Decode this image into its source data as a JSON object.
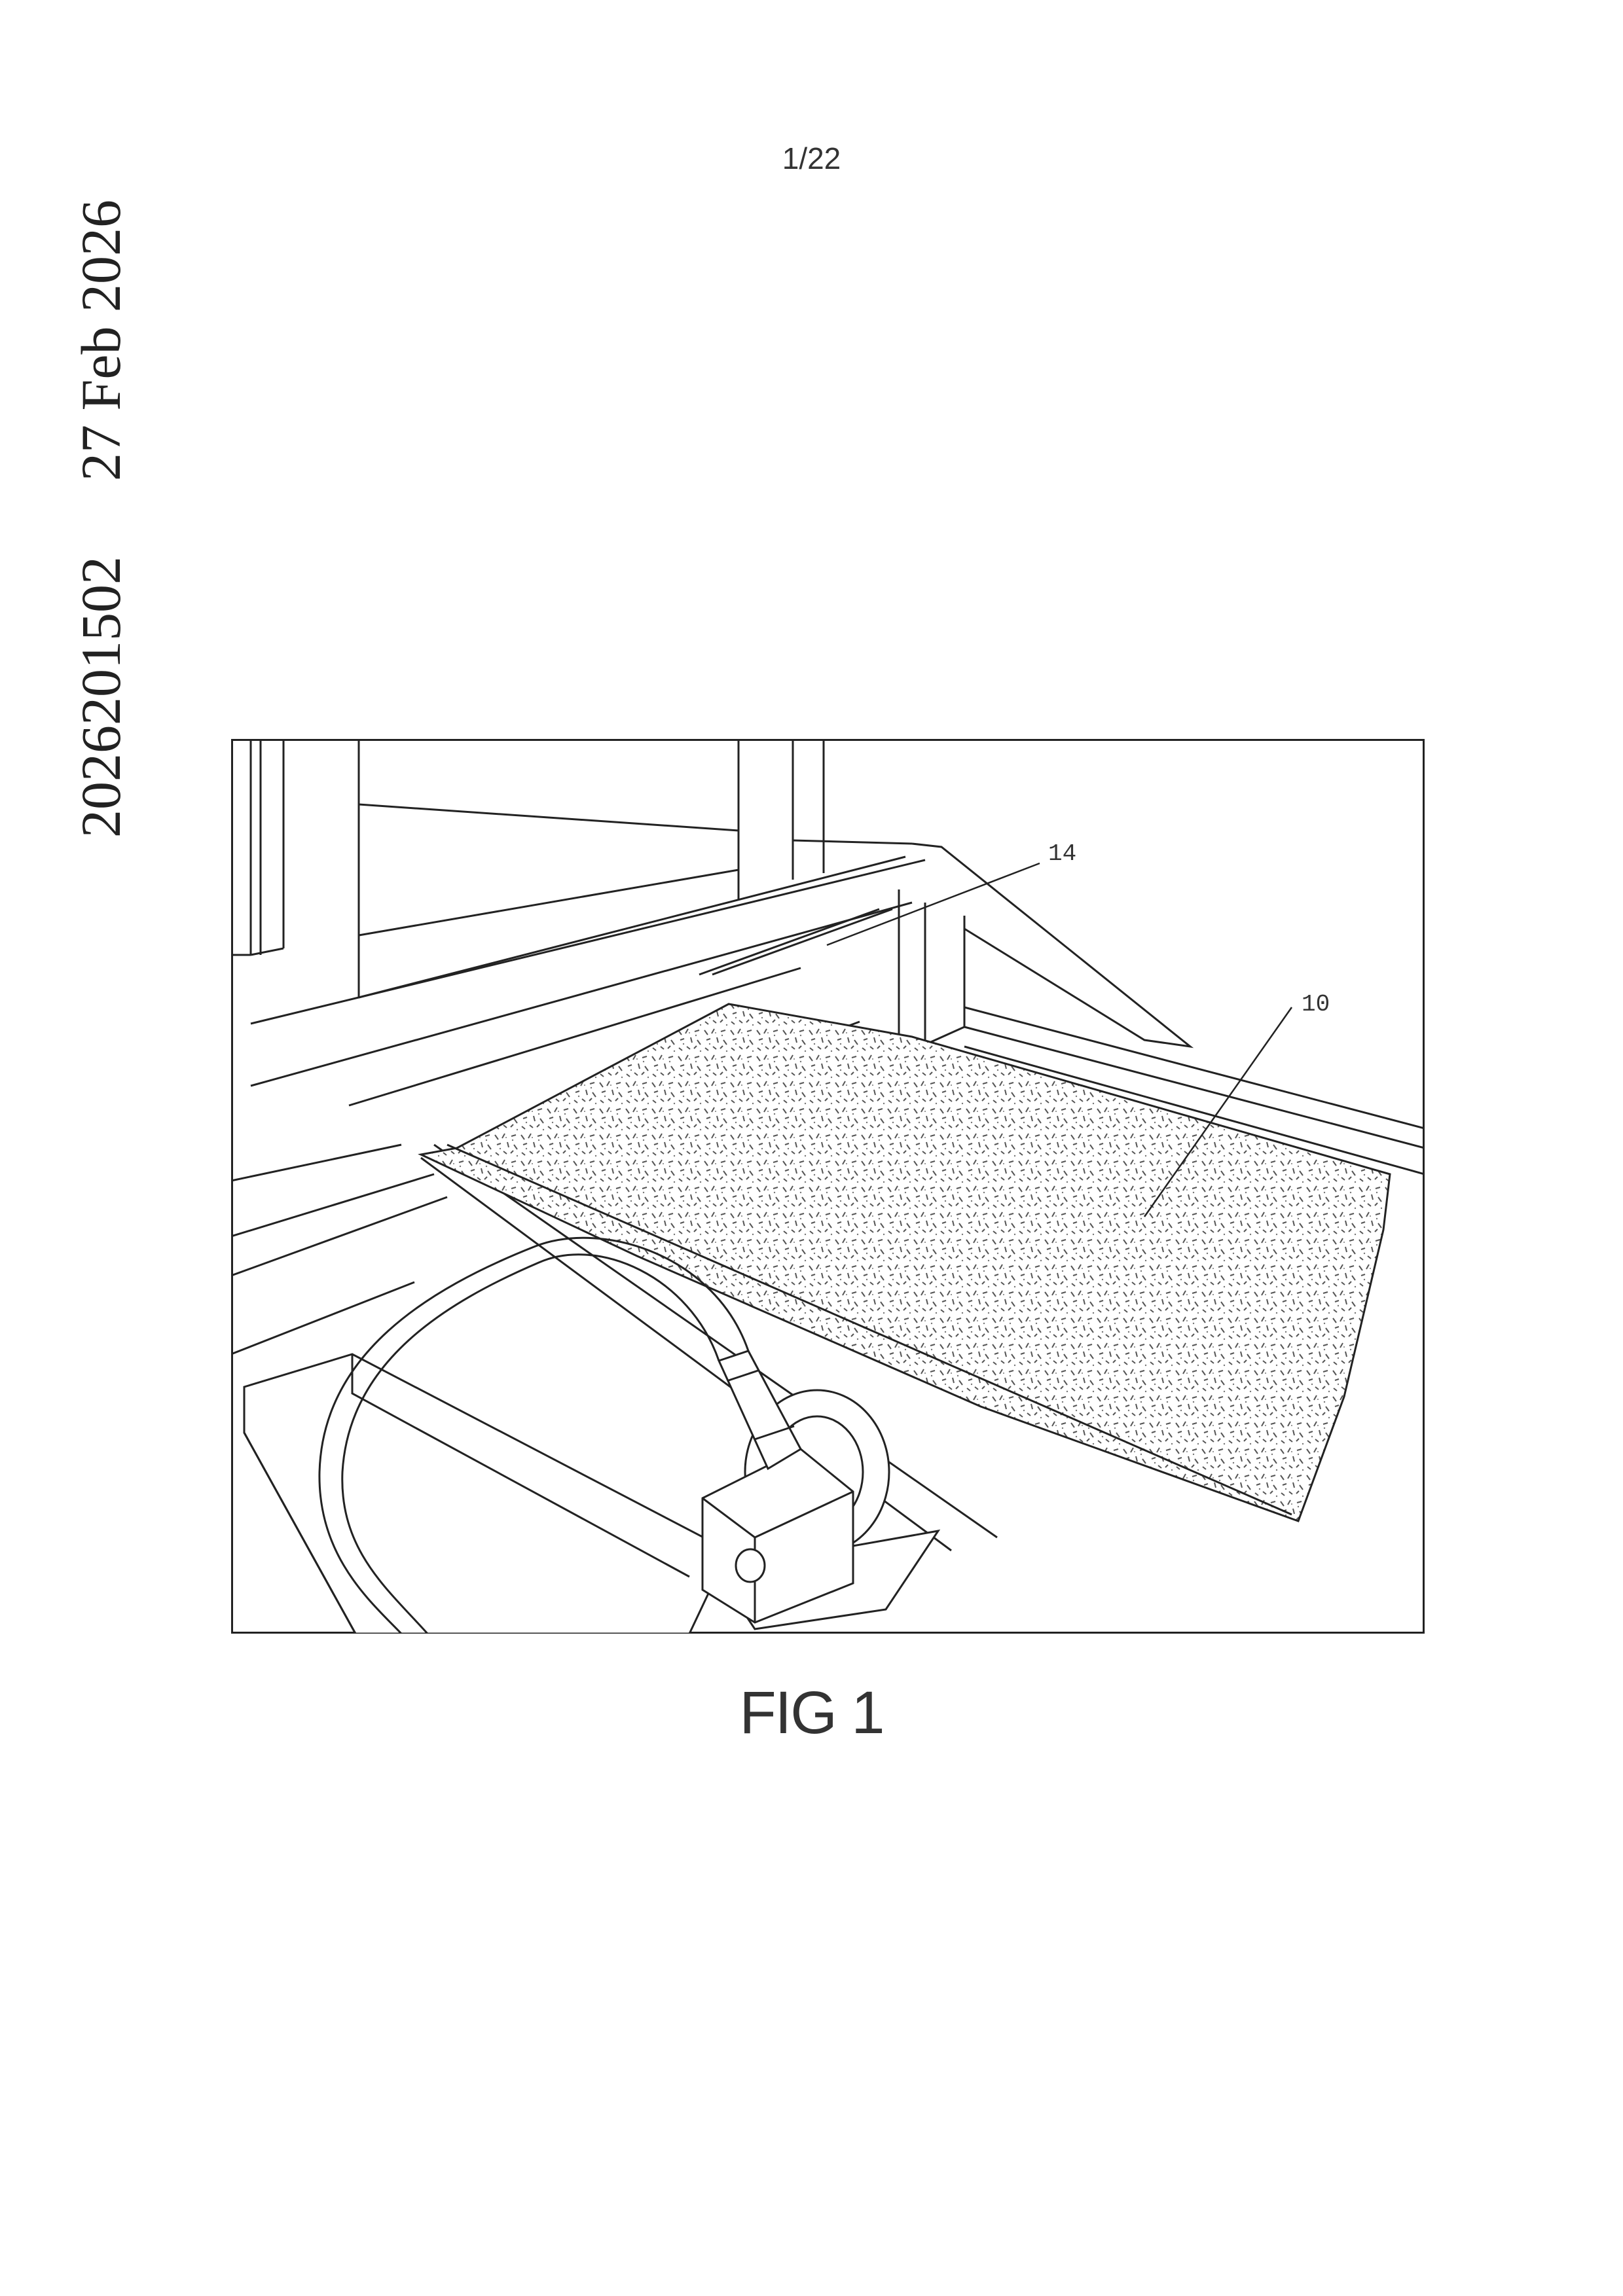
{
  "page": {
    "page_number": "1/22",
    "side_date": "27 Feb 2026",
    "side_number": "2026201502"
  },
  "figure": {
    "caption": "FIG 1",
    "labels": {
      "ref_14": "14",
      "ref_10": "10"
    }
  },
  "colors": {
    "ink": "#222222",
    "paper": "#ffffff"
  }
}
